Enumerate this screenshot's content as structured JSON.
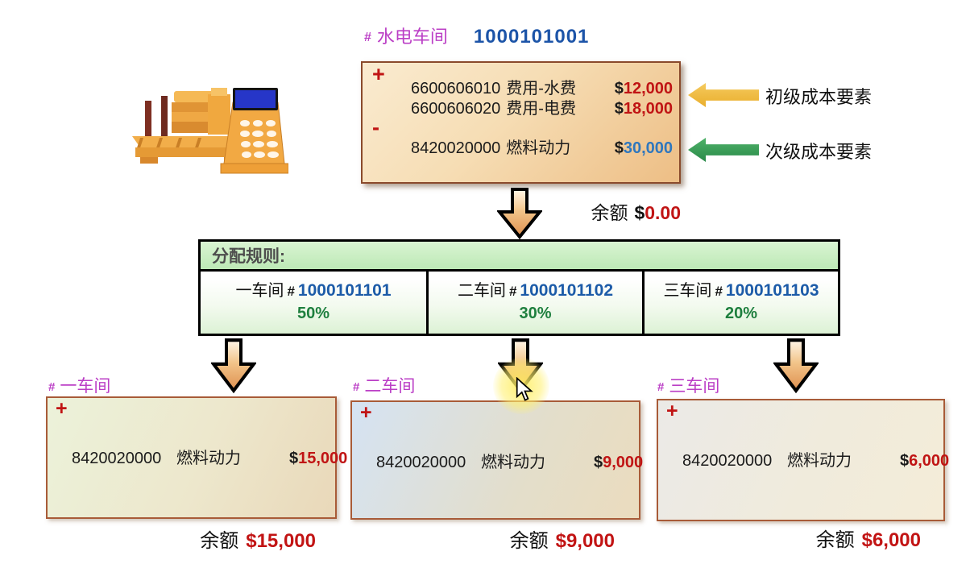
{
  "header": {
    "hash": "#",
    "title": "水电车间",
    "code": "1000101001"
  },
  "cost_center_box": {
    "plus": "+",
    "minus": "-",
    "rows": [
      {
        "account": "6600606010",
        "name": "费用-水费",
        "currency": "$",
        "amount": "12,000"
      },
      {
        "account": "6600606020",
        "name": "费用-电费",
        "currency": "$",
        "amount": "18,000"
      },
      {
        "account": "8420020000",
        "name": "燃料动力",
        "currency": "$",
        "amount": "30,000"
      }
    ]
  },
  "legend": {
    "primary": "初级成本要素",
    "secondary": "次级成本要素"
  },
  "balance_top": {
    "label": "余额",
    "currency": "$",
    "amount": "0.00"
  },
  "allocation_table": {
    "title": "分配规则:",
    "cells": [
      {
        "name": "一车间",
        "hash": "#",
        "code": "1000101101",
        "percent": "50%"
      },
      {
        "name": "二车间",
        "hash": "#",
        "code": "1000101102",
        "percent": "30%"
      },
      {
        "name": "三车间",
        "hash": "#",
        "code": "1000101103",
        "percent": "20%"
      }
    ]
  },
  "workshops": [
    {
      "hash": "#",
      "label": "一车间",
      "plus": "+",
      "account": "8420020000",
      "name": "燃料动力",
      "currency": "$",
      "amount": "15,000",
      "balance_label": "余额",
      "balance_value": "$15,000"
    },
    {
      "hash": "#",
      "label": "二车间",
      "plus": "+",
      "account": "8420020000",
      "name": "燃料动力",
      "currency": "$",
      "amount": "9,000",
      "balance_label": "余额",
      "balance_value": "$9,000"
    },
    {
      "hash": "#",
      "label": "三车间",
      "plus": "+",
      "account": "8420020000",
      "name": "燃料动力",
      "currency": "$",
      "amount": "6,000",
      "balance_label": "余额",
      "balance_value": "$6,000"
    }
  ],
  "icons": {
    "factory": "factory-calculator-icon",
    "down_arrow": "down-arrow-icon",
    "primary_arrow": "left-arrow-yellow-icon",
    "secondary_arrow": "left-arrow-green-icon",
    "cursor": "mouse-cursor-icon"
  },
  "colors": {
    "magenta_label": "#BB3FC6",
    "blue_code": "#1C5BA8",
    "red_amount": "#C01414",
    "blue_amount": "#2E77BE",
    "green_percent": "#1E7F3E",
    "table_header_green": "#CDEFC6",
    "box_border_brown": "#A85B38",
    "arrow_yellow": "#EDB93F",
    "arrow_green": "#339C57"
  }
}
